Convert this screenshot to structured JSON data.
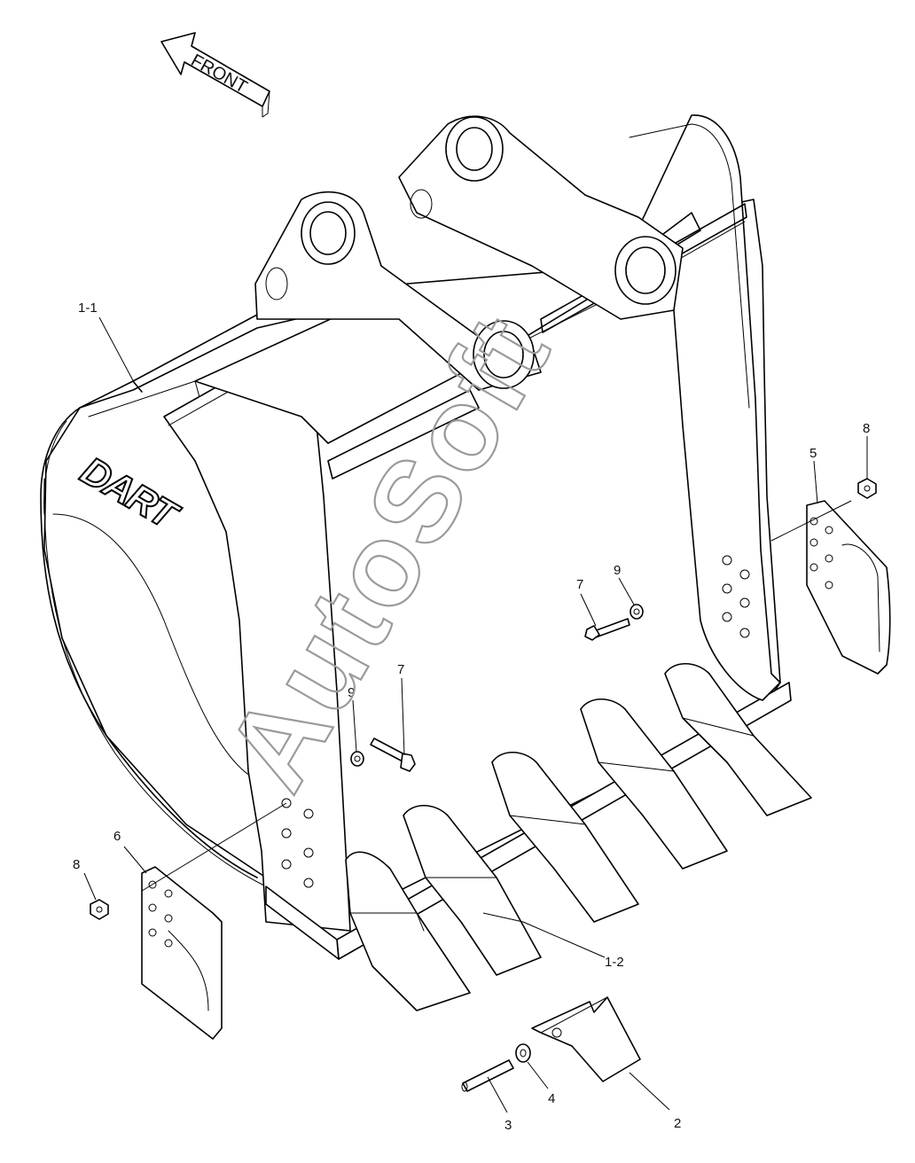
{
  "diagram": {
    "direction_label": "FRONT",
    "brand_mark": "DART",
    "watermark": "AutoSoft"
  },
  "callouts": [
    {
      "id": "1-1",
      "label": "1-1"
    },
    {
      "id": "1-2",
      "label": "1-2"
    },
    {
      "id": "2",
      "label": "2"
    },
    {
      "id": "3",
      "label": "3"
    },
    {
      "id": "4",
      "label": "4"
    },
    {
      "id": "5",
      "label": "5"
    },
    {
      "id": "6",
      "label": "6"
    },
    {
      "id": "7a",
      "label": "7"
    },
    {
      "id": "7b",
      "label": "7"
    },
    {
      "id": "8a",
      "label": "8"
    },
    {
      "id": "8b",
      "label": "8"
    },
    {
      "id": "9a",
      "label": "9"
    },
    {
      "id": "9b",
      "label": "9"
    }
  ],
  "colors": {
    "line": "#000000",
    "watermark": "#9a9a9a",
    "background": "#ffffff"
  }
}
